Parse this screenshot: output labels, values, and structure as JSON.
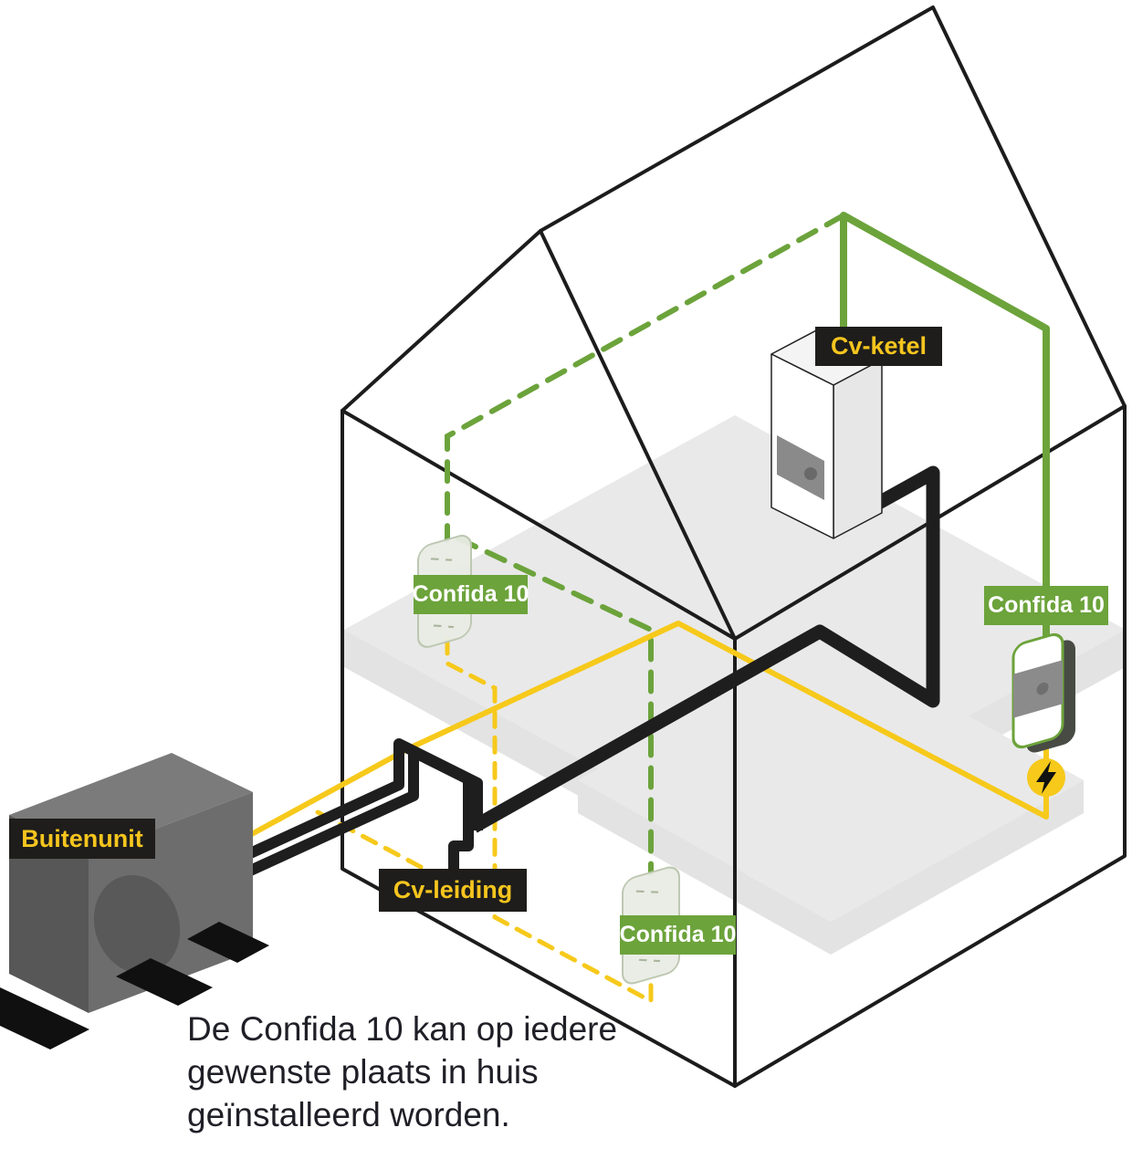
{
  "diagram": {
    "caption": "De Confida 10 kan op iedere gewenste plaats in huis geïnstalleerd worden.",
    "labels": {
      "cv_ketel": "Cv-ketel",
      "buitenunit": "Buitenunit",
      "cv_leiding": "Cv-leiding",
      "confida_right": "Confida 10",
      "confida_left": "Confida 10",
      "confida_bottom": "Confida 10"
    },
    "colors": {
      "green": "#6ca33b",
      "yellow": "#f6c91b",
      "label_bg": "#1e1d1b",
      "label_text": "#f6c51e",
      "outline": "#1c1c1c",
      "slab_gray": "#e9e9e9"
    },
    "icons": [
      "lightning-icon",
      "fan-icon"
    ]
  }
}
